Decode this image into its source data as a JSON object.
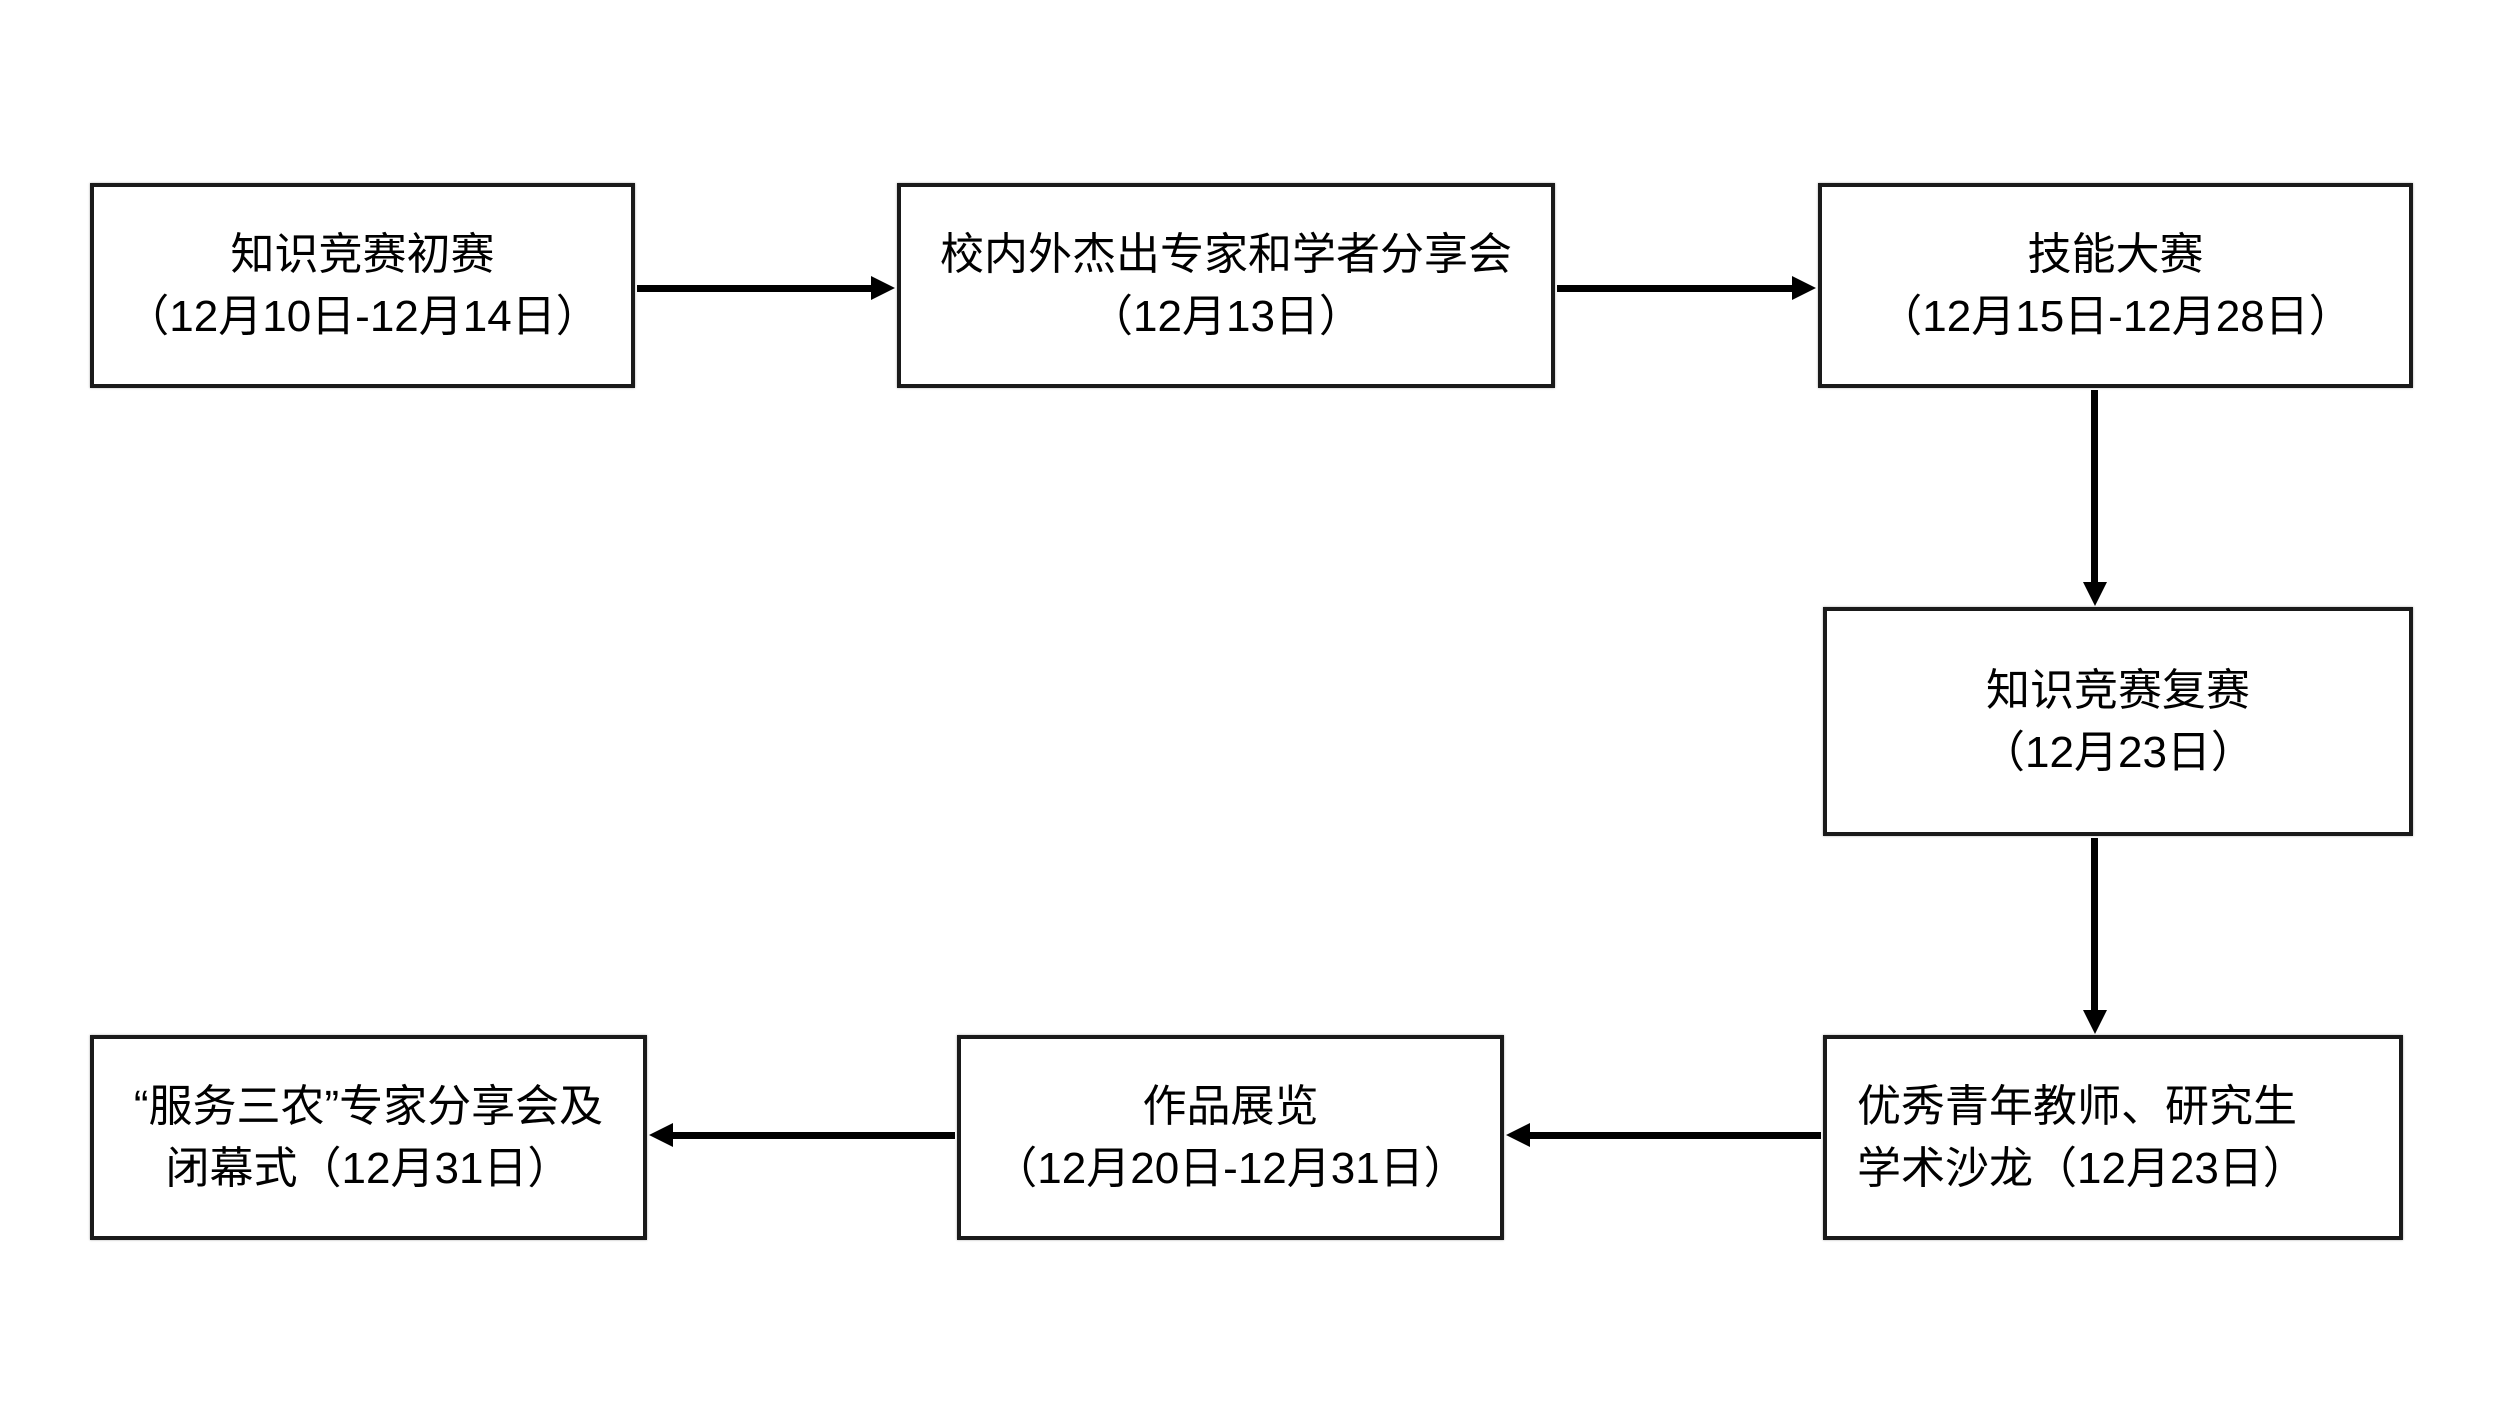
{
  "page": {
    "background": "#ffffff"
  },
  "diagram": {
    "type": "flowchart",
    "node_style": {
      "border_color": "#1a1a1a",
      "fill_color": "#ffffff",
      "text_color": "#000000"
    },
    "arrow_color": "#000000",
    "nodes": [
      {
        "id": "n1",
        "line1": "知识竞赛初赛",
        "line2": "（12月10日-12月14日）"
      },
      {
        "id": "n2",
        "line1": "校内外杰出专家和学者分享会",
        "line2": "（12月13日）"
      },
      {
        "id": "n3",
        "line1": "技能大赛",
        "line2": "（12月15日-12月28日）"
      },
      {
        "id": "n4",
        "line1": "知识竞赛复赛",
        "line2": "（12月23日）"
      },
      {
        "id": "n5",
        "line1": "优秀青年教师、研究生",
        "line2": "学术沙龙（12月23日）"
      },
      {
        "id": "n6",
        "line1": "作品展览",
        "line2": "（12月20日-12月31日）"
      },
      {
        "id": "n7",
        "line1": "“服务三农”专家分享会及",
        "line2": "闭幕式（12月31日）"
      }
    ],
    "edges": [
      {
        "from": "n1",
        "to": "n2",
        "direction": "right"
      },
      {
        "from": "n2",
        "to": "n3",
        "direction": "right"
      },
      {
        "from": "n3",
        "to": "n4",
        "direction": "down"
      },
      {
        "from": "n4",
        "to": "n5",
        "direction": "down"
      },
      {
        "from": "n5",
        "to": "n6",
        "direction": "left"
      },
      {
        "from": "n6",
        "to": "n7",
        "direction": "left"
      }
    ]
  }
}
